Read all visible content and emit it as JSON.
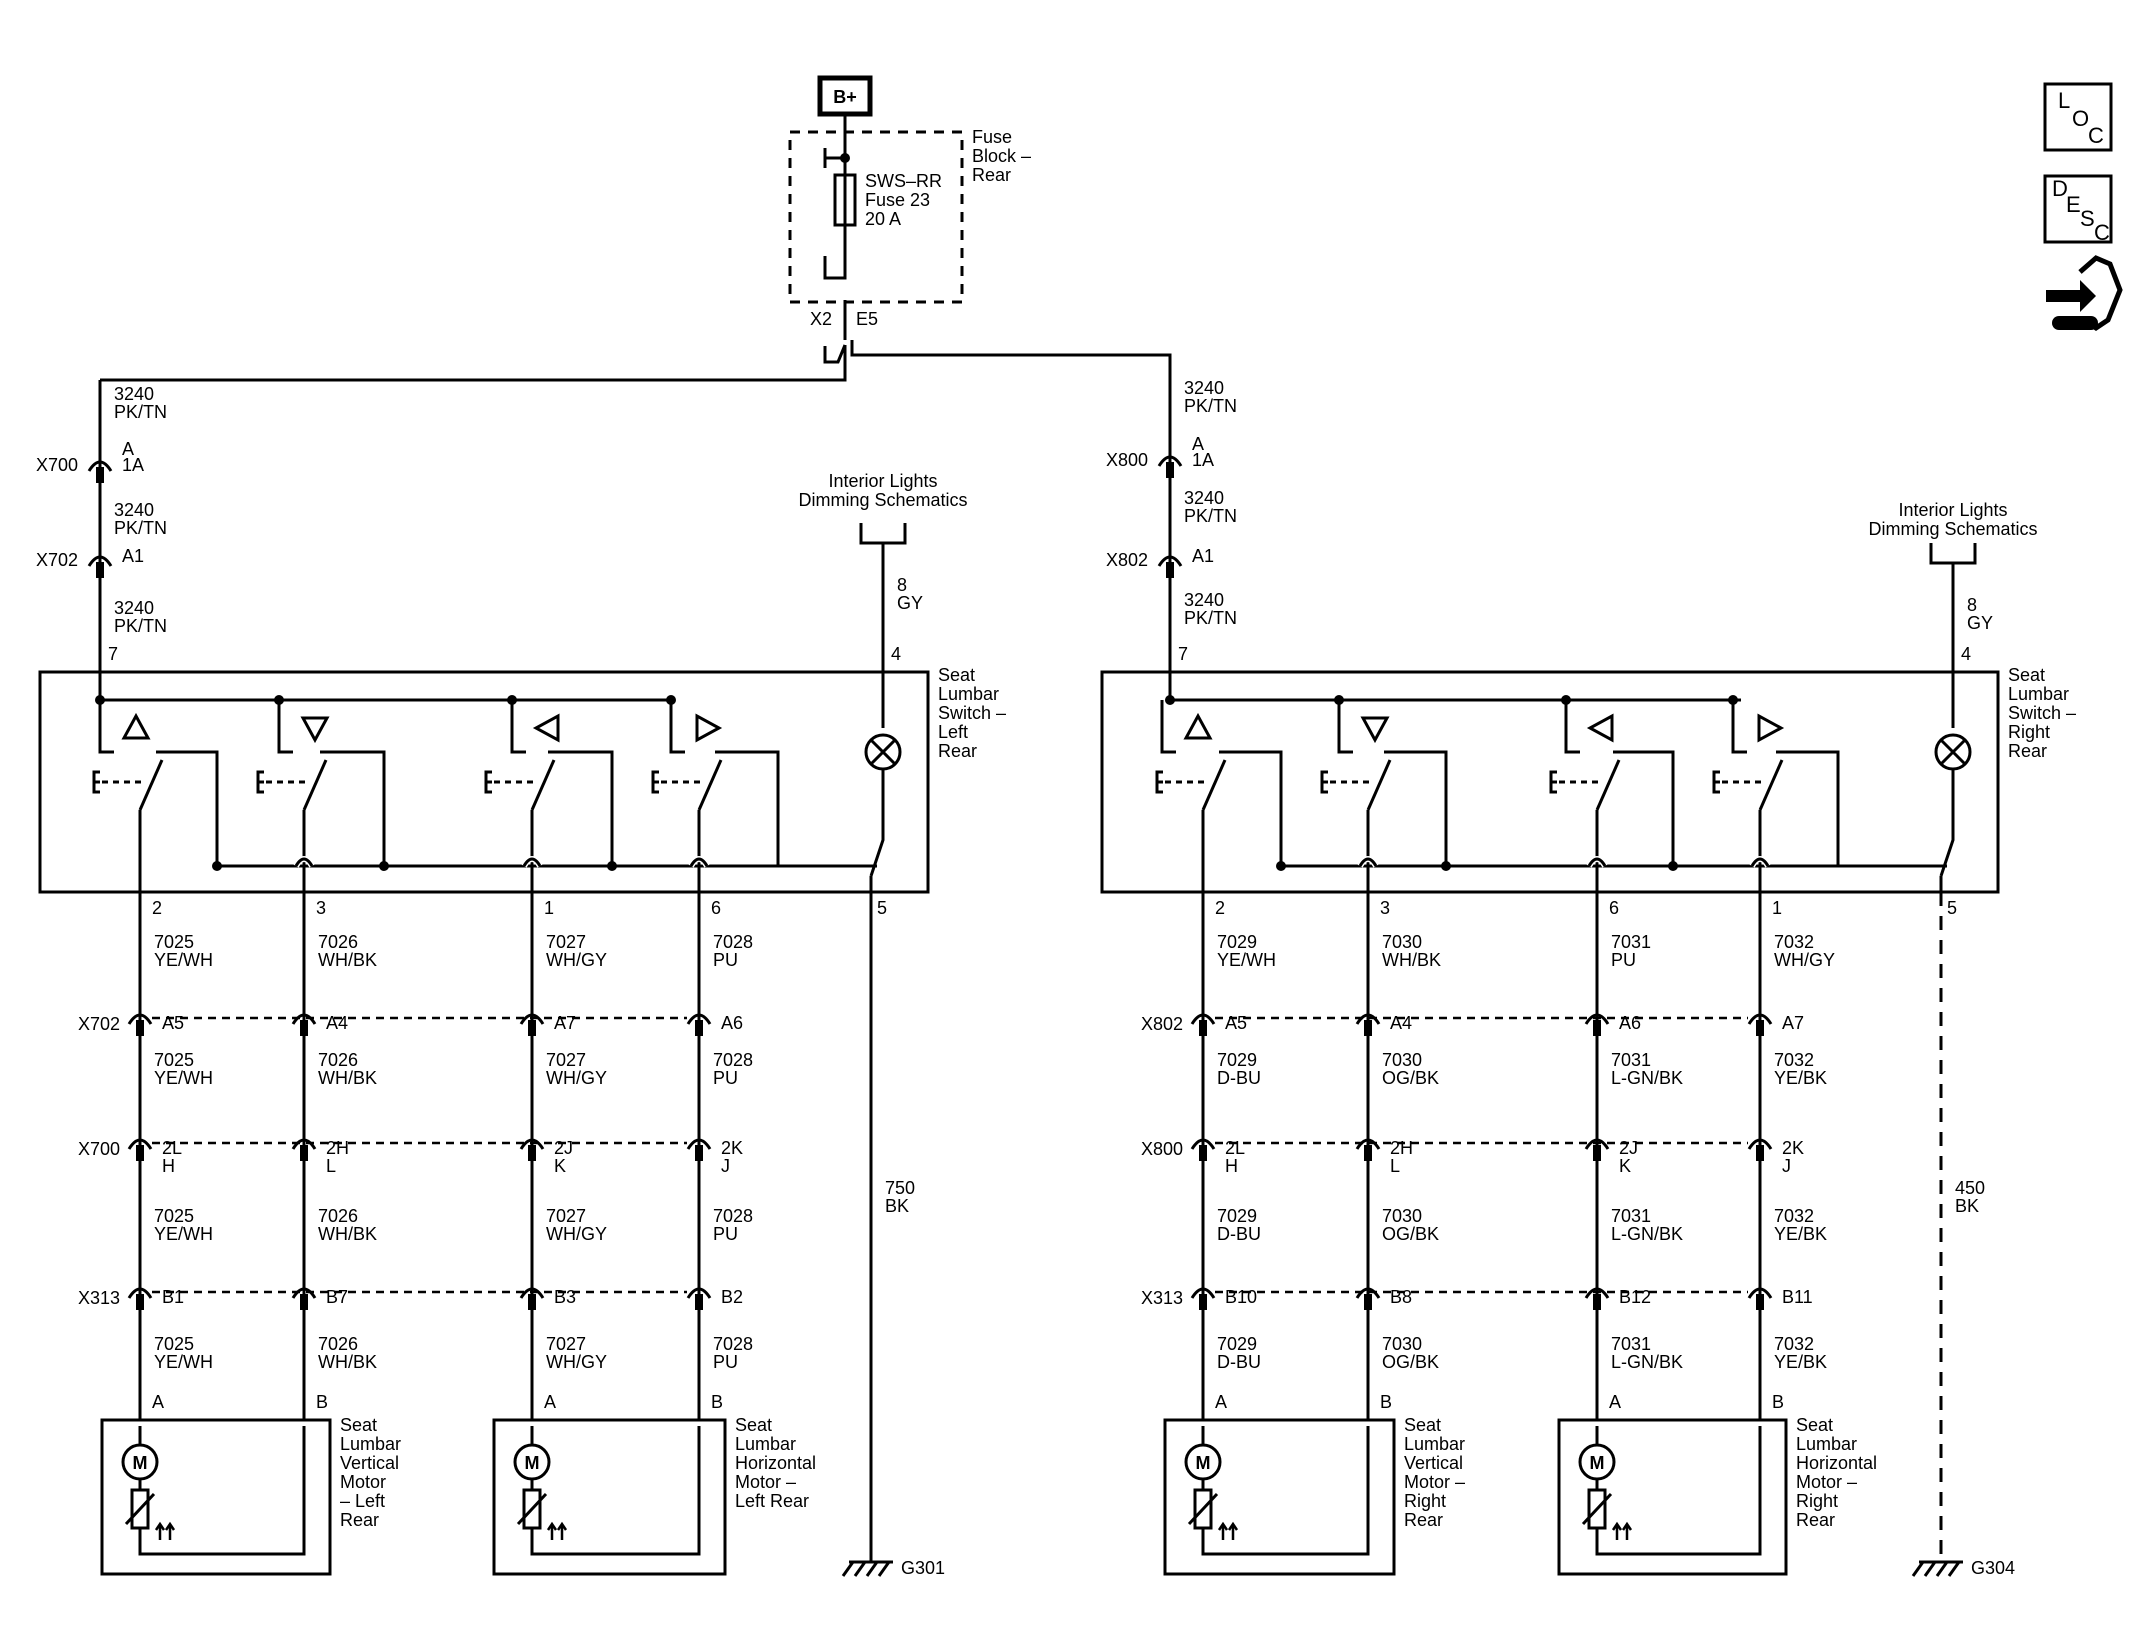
{
  "battery": "B+",
  "fuse_block": {
    "name_lines": [
      "Fuse",
      "Block –",
      "Rear"
    ],
    "fuse_lines": [
      "SWS–RR",
      "Fuse 23",
      "20 A"
    ]
  },
  "fuse_connector": {
    "name": "X2",
    "pin": "E5"
  },
  "side_icons": {
    "loc": [
      "L",
      "O",
      "C"
    ],
    "desc": [
      "D",
      "E",
      "S",
      "C"
    ]
  },
  "left": {
    "feed_wires": [
      [
        "3240",
        "PK/TN"
      ],
      [
        "3240",
        "PK/TN"
      ],
      [
        "3240",
        "PK/TN"
      ]
    ],
    "conn_x700": {
      "name": "X700",
      "pins": [
        "A",
        "1A"
      ]
    },
    "conn_x702": {
      "name": "X702",
      "pin": "A1"
    },
    "feed_pin": "7",
    "dimming_label": [
      "Interior Lights",
      "Dimming Schematics"
    ],
    "dimming_wire": [
      "8",
      "GY"
    ],
    "lamp_pin": "4",
    "switch_name": [
      "Seat",
      "Lumbar",
      "Switch –",
      "Left",
      "Rear"
    ],
    "ground_pin": "5",
    "ground_wire": [
      "750",
      "BK"
    ],
    "ground": "G301",
    "channels": [
      {
        "pin": "2",
        "w1": [
          "7025",
          "YE/WH"
        ],
        "c1": "A5",
        "w2": [
          "7025",
          "YE/WH"
        ],
        "c2": [
          "2L",
          "H"
        ],
        "w3": [
          "7025",
          "YE/WH"
        ],
        "c3": "B1",
        "w4": [
          "7025",
          "YE/WH"
        ],
        "mp": "A"
      },
      {
        "pin": "3",
        "w1": [
          "7026",
          "WH/BK"
        ],
        "c1": "A4",
        "w2": [
          "7026",
          "WH/BK"
        ],
        "c2": [
          "2H",
          "L"
        ],
        "w3": [
          "7026",
          "WH/BK"
        ],
        "c3": "B7",
        "w4": [
          "7026",
          "WH/BK"
        ],
        "mp": "B"
      },
      {
        "pin": "1",
        "w1": [
          "7027",
          "WH/GY"
        ],
        "c1": "A7",
        "w2": [
          "7027",
          "WH/GY"
        ],
        "c2": [
          "2J",
          "K"
        ],
        "w3": [
          "7027",
          "WH/GY"
        ],
        "c3": "B3",
        "w4": [
          "7027",
          "WH/GY"
        ],
        "mp": "A"
      },
      {
        "pin": "6",
        "w1": [
          "7028",
          "PU"
        ],
        "c1": "A6",
        "w2": [
          "7028",
          "PU"
        ],
        "c2": [
          "2K",
          "J"
        ],
        "w3": [
          "7028",
          "PU"
        ],
        "c3": "B2",
        "w4": [
          "7028",
          "PU"
        ],
        "mp": "B"
      }
    ],
    "conn_rows": [
      "X702",
      "X700",
      "X313"
    ],
    "motors": [
      [
        "Seat",
        "Lumbar",
        "Vertical",
        "Motor",
        "– Left",
        "Rear"
      ],
      [
        "Seat",
        "Lumbar",
        "Horizontal",
        "Motor –",
        "Left Rear"
      ]
    ]
  },
  "right": {
    "feed_wires": [
      [
        "3240",
        "PK/TN"
      ],
      [
        "3240",
        "PK/TN"
      ],
      [
        "3240",
        "PK/TN"
      ]
    ],
    "conn_x800": {
      "name": "X800",
      "pins": [
        "A",
        "1A"
      ]
    },
    "conn_x802": {
      "name": "X802",
      "pin": "A1"
    },
    "feed_pin": "7",
    "dimming_label": [
      "Interior Lights",
      "Dimming Schematics"
    ],
    "dimming_wire": [
      "8",
      "GY"
    ],
    "lamp_pin": "4",
    "switch_name": [
      "Seat",
      "Lumbar",
      "Switch –",
      "Right",
      "Rear"
    ],
    "ground_pin": "5",
    "ground_wire": [
      "450",
      "BK"
    ],
    "ground": "G304",
    "channels": [
      {
        "pin": "2",
        "w1": [
          "7029",
          "YE/WH"
        ],
        "c1": "A5",
        "w2": [
          "7029",
          "D-BU"
        ],
        "c2": [
          "2L",
          "H"
        ],
        "w3": [
          "7029",
          "D-BU"
        ],
        "c3": "B10",
        "w4": [
          "7029",
          "D-BU"
        ],
        "mp": "A"
      },
      {
        "pin": "3",
        "w1": [
          "7030",
          "WH/BK"
        ],
        "c1": "A4",
        "w2": [
          "7030",
          "OG/BK"
        ],
        "c2": [
          "2H",
          "L"
        ],
        "w3": [
          "7030",
          "OG/BK"
        ],
        "c3": "B8",
        "w4": [
          "7030",
          "OG/BK"
        ],
        "mp": "B"
      },
      {
        "pin": "6",
        "w1": [
          "7031",
          "PU"
        ],
        "c1": "A6",
        "w2": [
          "7031",
          "L-GN/BK"
        ],
        "c2": [
          "2J",
          "K"
        ],
        "w3": [
          "7031",
          "L-GN/BK"
        ],
        "c3": "B12",
        "w4": [
          "7031",
          "L-GN/BK"
        ],
        "mp": "A"
      },
      {
        "pin": "1",
        "w1": [
          "7032",
          "WH/GY"
        ],
        "c1": "A7",
        "w2": [
          "7032",
          "YE/BK"
        ],
        "c2": [
          "2K",
          "J"
        ],
        "w3": [
          "7032",
          "YE/BK"
        ],
        "c3": "B11",
        "w4": [
          "7032",
          "YE/BK"
        ],
        "mp": "B"
      }
    ],
    "conn_rows": [
      "X802",
      "X800",
      "X313"
    ],
    "motors": [
      [
        "Seat",
        "Lumbar",
        "Vertical",
        "Motor –",
        "Right",
        "Rear"
      ],
      [
        "Seat",
        "Lumbar",
        "Horizontal",
        "Motor –",
        "Right",
        "Rear"
      ]
    ]
  }
}
